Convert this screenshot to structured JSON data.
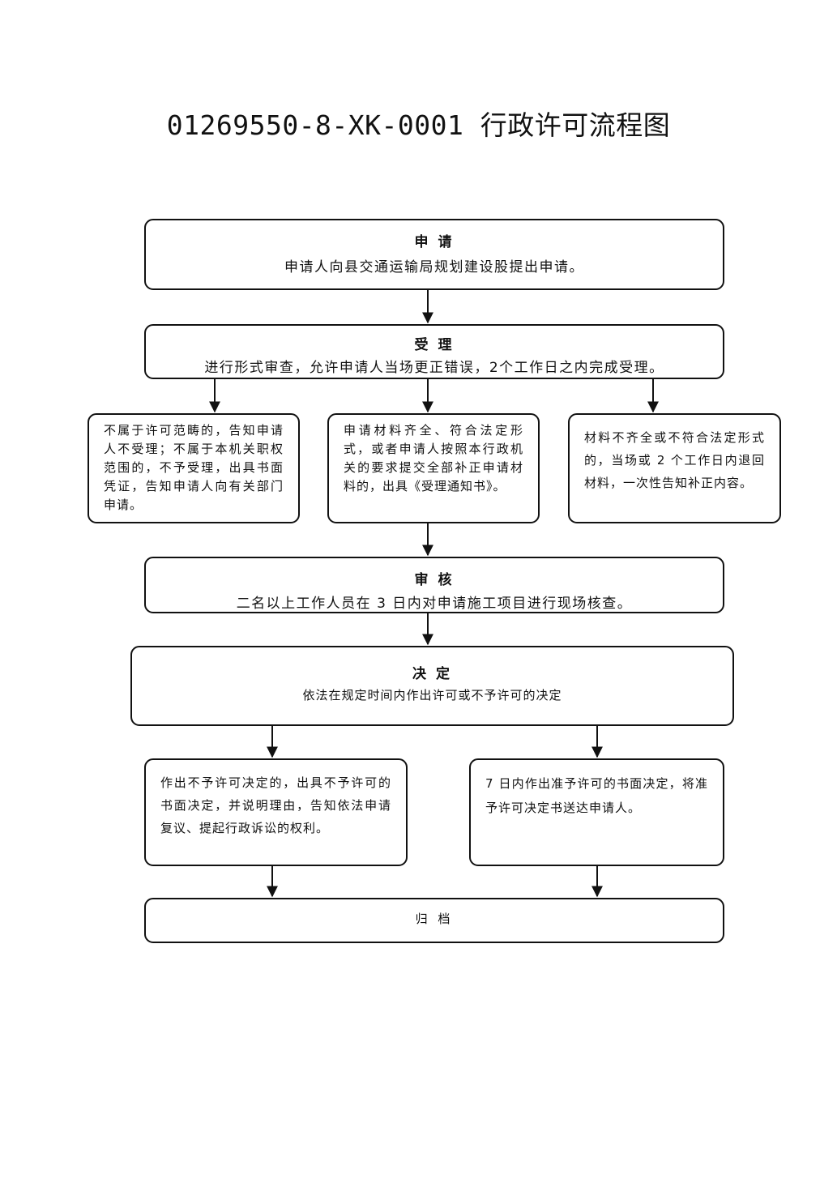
{
  "title": "01269550-8-XK-0001 行政许可流程图",
  "steps": {
    "apply": {
      "heading": "申 请",
      "text": "申请人向县交通运输局规划建设股提出申请。"
    },
    "accept": {
      "heading": "受 理",
      "text": "进行形式审查，允许申请人当场更正错误，2个工作日之内完成受理。"
    },
    "accept_branches": [
      "不属于许可范畴的，告知申请人不受理；不属于本机关职权范围的，不予受理，出具书面凭证，告知申请人向有关部门申请。",
      "申请材料齐全、符合法定形式，或者申请人按照本行政机关的要求提交全部补正申请材料的，出具《受理通知书》。",
      "材料不齐全或不符合法定形式的，当场或 2 个工作日内退回材料，一次性告知补正内容。"
    ],
    "review": {
      "heading": "审 核",
      "text": "二名以上工作人员在 3 日内对申请施工项目进行现场核查。"
    },
    "decide": {
      "heading": "决 定",
      "text": "依法在规定时间内作出许可或不予许可的决定"
    },
    "decide_branches": [
      "作出不予许可决定的，出具不予许可的书面决定，并说明理由，告知依法申请复议、提起行政诉讼的权利。",
      "7 日内作出准予许可的书面决定，将准予许可决定书送达申请人。"
    ],
    "archive": {
      "heading": "归 档"
    }
  }
}
